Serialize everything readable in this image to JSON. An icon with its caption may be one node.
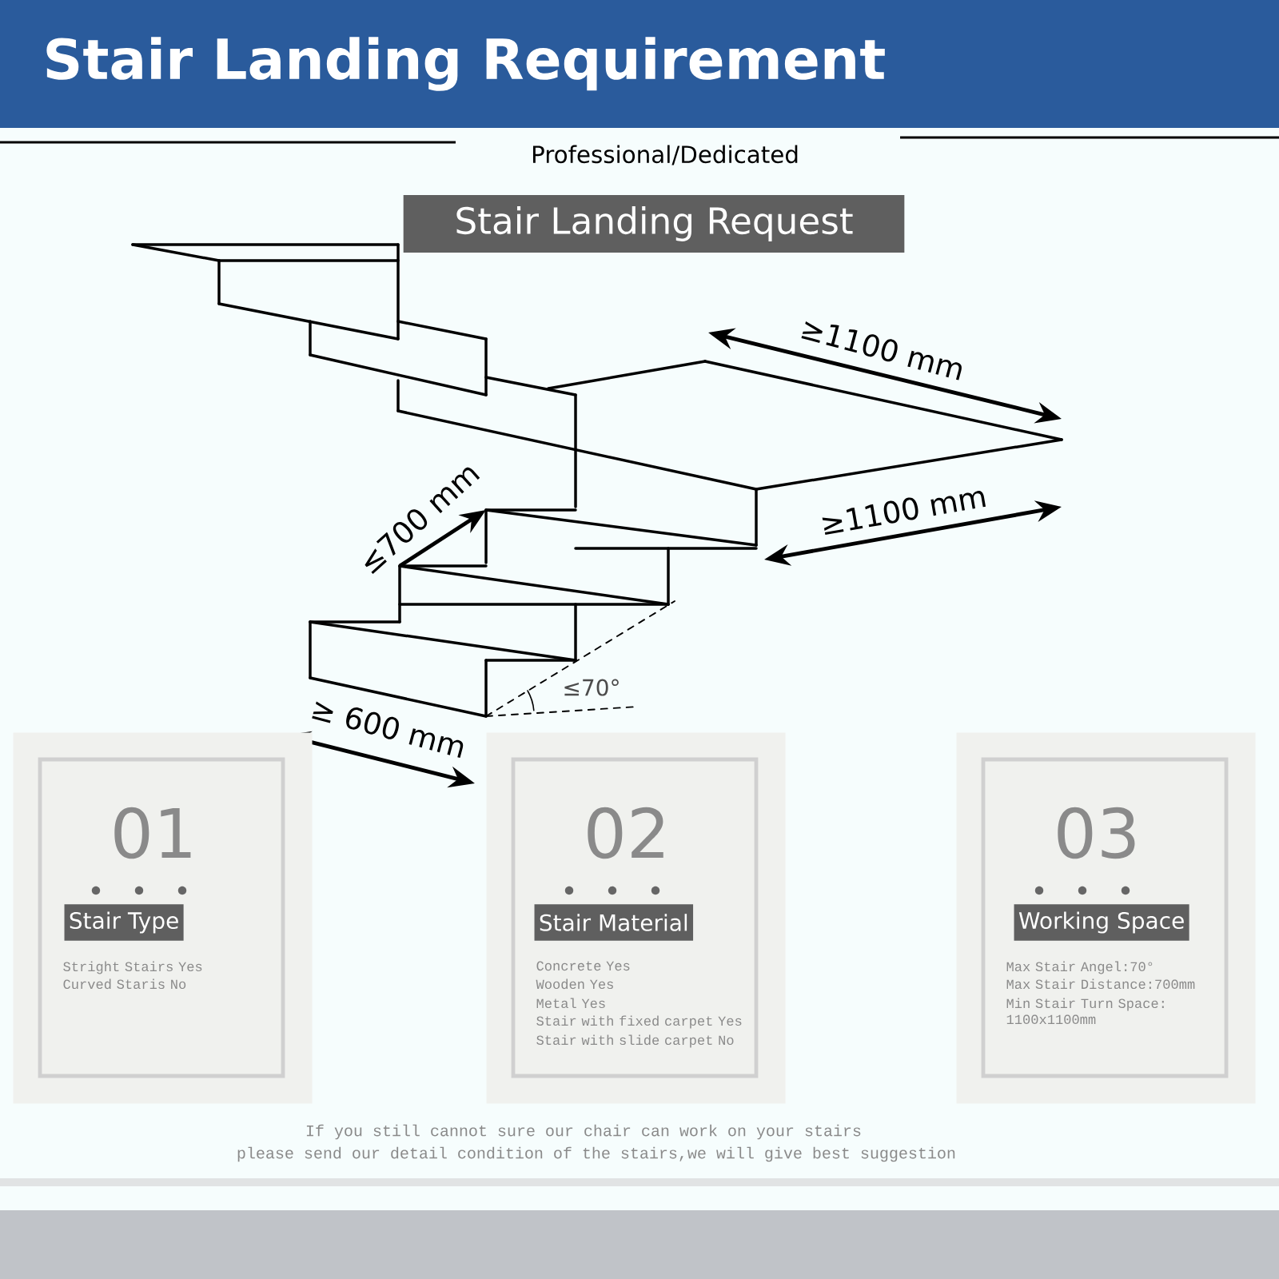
{
  "diagram": {
    "title": "Stair Landing Requirement",
    "nodes": [
      {
        "text": [
          "Stair Landing Request"
        ]
      },
      {
        "text": [
          "01",
          "Stright Stairs Yes",
          "Curved Staris No"
        ]
      },
      {
        "text": [
          "Stair Type"
        ],
        "in": 1
      },
      {
        "text": [
          "02",
          "Concrete Yes",
          "Wooden Yes",
          "Metal Yes",
          "Stair with fixed carpet Yes",
          "Stair with slide carpet No"
        ]
      },
      {
        "text": [
          "Stair Material"
        ],
        "in": 3
      },
      {
        "text": [
          "03",
          "Max Stair Angel:70°",
          "Max Stair Distance:700mm",
          "Min Stair Turn Space: 1100x1100mm"
        ]
      },
      {
        "text": [
          "Working Space"
        ],
        "in": 5
      }
    ],
    "labels": [
      "Professional/Dedicated",
      "≥1100 mm",
      "≥1100 mm",
      "≤700 mm",
      "≤70°",
      "≥ 600 mm",
      "If you still cannot sure our chair can work on your stairs",
      "please send our detail condition of the stairs,we will give best suggestion"
    ]
  }
}
